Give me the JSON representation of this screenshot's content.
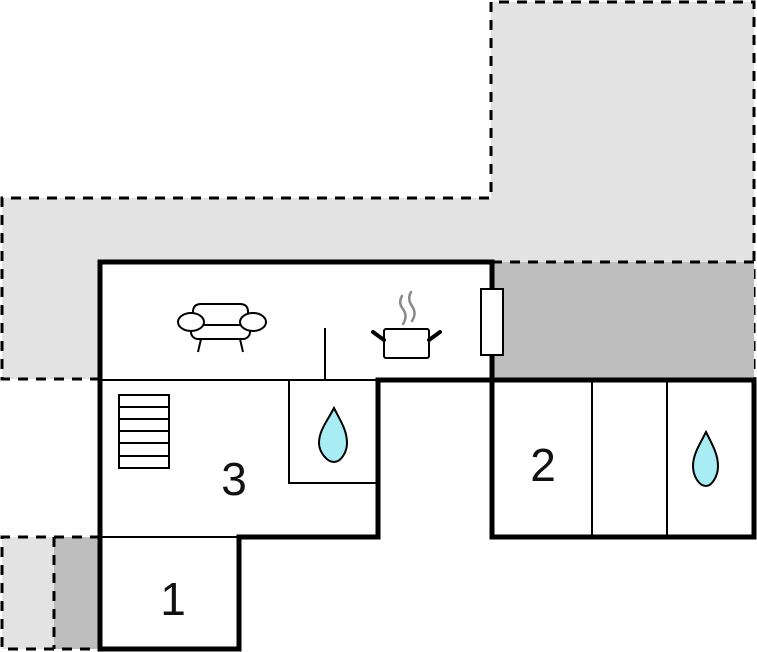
{
  "floorplan": {
    "type": "floor-plan",
    "colors": {
      "outdoor_terrace": "#e3e3e3",
      "covered_area": "#bebebe",
      "walls": "#000000",
      "water_icon": "#a8ecf4",
      "steam": "#8a8a8a",
      "room_fill": "#ffffff"
    },
    "rooms": [
      {
        "id": "room-1",
        "label": "1"
      },
      {
        "id": "room-2",
        "label": "2"
      },
      {
        "id": "room-3",
        "label": "3"
      }
    ],
    "icons": [
      {
        "name": "sofa-icon",
        "room": "living-area"
      },
      {
        "name": "cooking-pot-icon",
        "room": "kitchen-area"
      },
      {
        "name": "water-drop-icon",
        "room": "bathroom-3"
      },
      {
        "name": "water-drop-icon",
        "room": "bathroom-2"
      },
      {
        "name": "stairs-icon",
        "room": "room-3"
      },
      {
        "name": "fireplace-icon",
        "room": "living-area-wall"
      }
    ],
    "areas": [
      {
        "name": "outdoor-terrace",
        "style": "dashed",
        "fill": "light-gray"
      },
      {
        "name": "covered-terrace",
        "style": "dashed",
        "fill": "dark-gray"
      },
      {
        "name": "entry-terrace",
        "style": "dashed",
        "fill": "light-gray"
      },
      {
        "name": "entry-covered",
        "style": "dashed",
        "fill": "dark-gray"
      }
    ]
  }
}
